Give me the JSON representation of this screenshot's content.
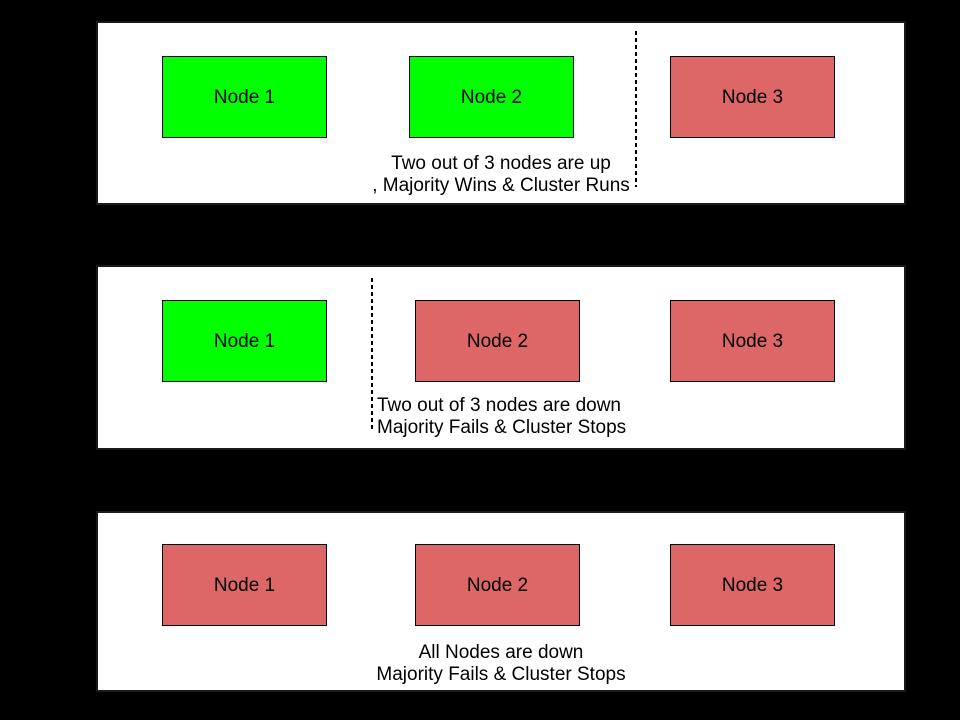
{
  "colors": {
    "background": "#000000",
    "panel_background": "#FFFFFF",
    "panel_border": "#1A1A1A",
    "node_border": "#000000",
    "node_up": "#00FF00",
    "node_down": "#DD6666",
    "divider": "#000000",
    "text": "#000000"
  },
  "panels": [
    {
      "name": "two-nodes-up",
      "nodes": [
        {
          "label": "Node 1",
          "status": "up"
        },
        {
          "label": "Node 2",
          "status": "up"
        },
        {
          "label": "Node 3",
          "status": "down"
        }
      ],
      "caption": {
        "line1": "Two out of 3 nodes are up",
        "line2": ", Majority Wins & Cluster Runs"
      },
      "divider_position": "between Node 2 and Node 3"
    },
    {
      "name": "two-nodes-down",
      "nodes": [
        {
          "label": "Node 1",
          "status": "up"
        },
        {
          "label": "Node 2",
          "status": "down"
        },
        {
          "label": "Node 3",
          "status": "down"
        }
      ],
      "caption": {
        "line1": "Two out of 3 nodes are down",
        "line2": "Majority Fails & Cluster Stops"
      },
      "divider_position": "between Node 1 and Node 2"
    },
    {
      "name": "all-nodes-down",
      "nodes": [
        {
          "label": "Node 1",
          "status": "down"
        },
        {
          "label": "Node 2",
          "status": "down"
        },
        {
          "label": "Node 3",
          "status": "down"
        }
      ],
      "caption": {
        "line1": "All Nodes are down",
        "line2": "Majority Fails & Cluster Stops"
      },
      "divider_position": null
    }
  ]
}
